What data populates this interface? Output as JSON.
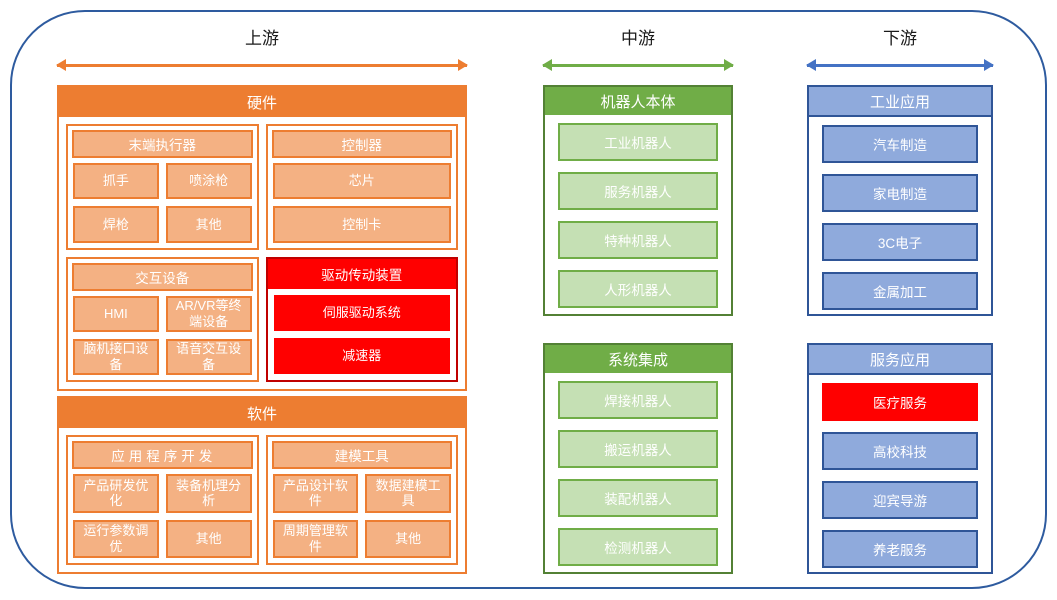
{
  "upstream": {
    "label": "上游",
    "hardware": {
      "title": "硬件",
      "end_effector": {
        "title": "末端执行器",
        "items": [
          "抓手",
          "喷涂枪",
          "焊枪",
          "其他"
        ]
      },
      "controller": {
        "title": "控制器",
        "items": [
          "芯片",
          "控制卡"
        ]
      },
      "interaction": {
        "title": "交互设备",
        "items": [
          "HMI",
          "AR/VR等终端设备",
          "脑机接口设备",
          "语音交互设备"
        ]
      },
      "drive": {
        "title": "驱动传动装置",
        "items": [
          "伺服驱动系统",
          "减速器"
        ]
      }
    },
    "software": {
      "title": "软件",
      "app_dev": {
        "title": "应用程序开发",
        "items": [
          "产品研发优化",
          "装备机理分析",
          "运行参数调优",
          "其他"
        ]
      },
      "modeling": {
        "title": "建模工具",
        "items": [
          "产品设计软件",
          "数据建模工具",
          "周期管理软件",
          "其他"
        ]
      }
    }
  },
  "midstream": {
    "label": "中游",
    "robot_body": {
      "title": "机器人本体",
      "items": [
        "工业机器人",
        "服务机器人",
        "特种机器人",
        "人形机器人"
      ]
    },
    "system_integration": {
      "title": "系统集成",
      "items": [
        "焊接机器人",
        "搬运机器人",
        "装配机器人",
        "检测机器人"
      ]
    }
  },
  "downstream": {
    "label": "下游",
    "industrial_app": {
      "title": "工业应用",
      "items": [
        "汽车制造",
        "家电制造",
        "3C电子",
        "金属加工"
      ]
    },
    "service_app": {
      "title": "服务应用",
      "items": [
        "医疗服务",
        "高校科技",
        "迎宾导游",
        "养老服务"
      ]
    }
  },
  "colors": {
    "orange": "#ED7D31",
    "peach": "#F4B183",
    "red": "#FF0000",
    "red_border": "#C00000",
    "green": "#70AD47",
    "light_green": "#C5E0B4",
    "green_border": "#538135",
    "blue_fill": "#8FAADC",
    "blue_border": "#2F5597",
    "arrow_upstream": "#ED7D31",
    "arrow_midstream": "#70AD47",
    "arrow_downstream": "#4472C4",
    "frame_border": "#2E5B9F"
  }
}
